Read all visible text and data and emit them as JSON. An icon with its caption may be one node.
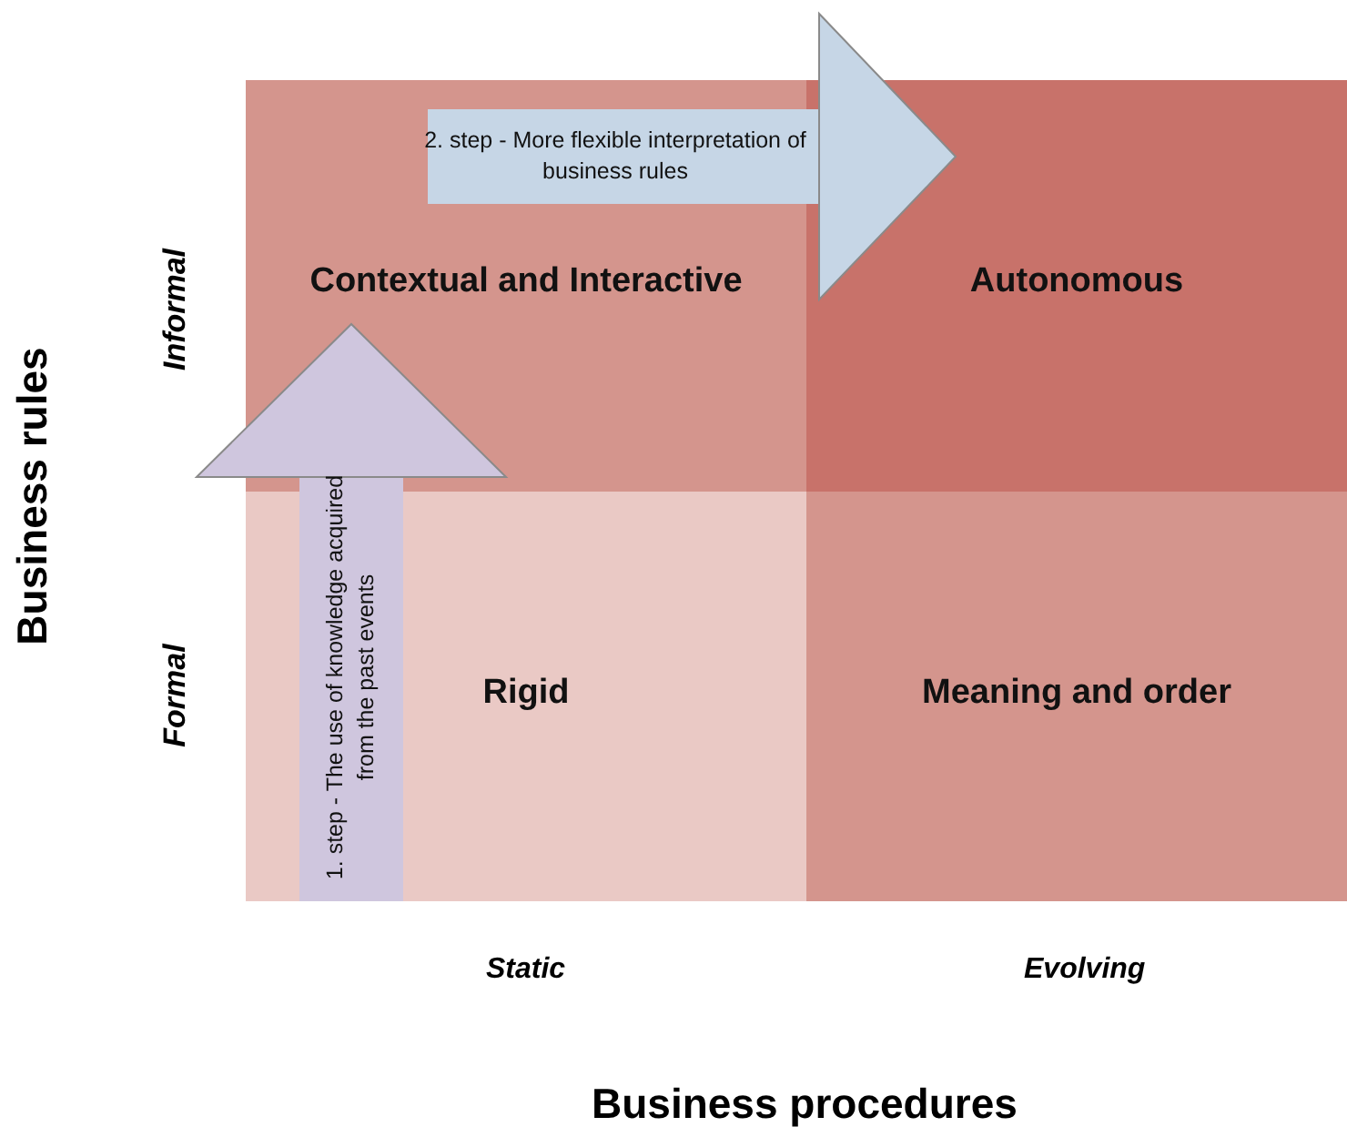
{
  "diagram": {
    "nodes": [
      {
        "text": [
          "Contextual and Interactive"
        ]
      },
      {
        "text": [
          "Autonomous"
        ]
      },
      {
        "text": [
          "Rigid"
        ]
      },
      {
        "text": [
          "Meaning and order"
        ]
      }
    ],
    "edges": [
      {
        "from": 2,
        "to": 0,
        "arrow": "to",
        "label": "1. step - The use of knowledge acquired from the past events"
      },
      {
        "from": 0,
        "to": 1,
        "arrow": "to",
        "label": "2. step - More flexible interpretation of business rules"
      }
    ],
    "labels": [
      "Informal",
      "Business rules",
      "Formal",
      "Static",
      "Evolving",
      "Business procedures"
    ]
  }
}
